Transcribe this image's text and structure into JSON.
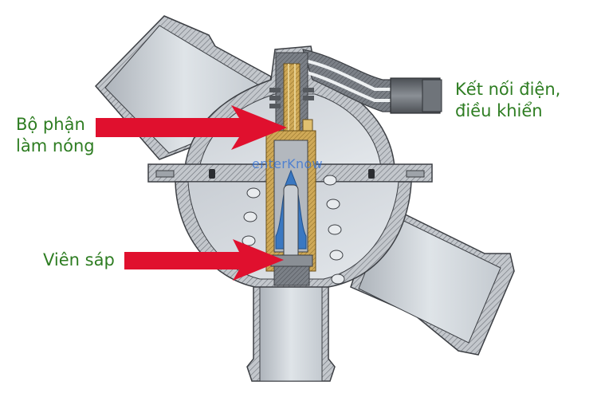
{
  "diagram": {
    "title": "",
    "subject": "Electronically controlled thermostat valve cross-section",
    "labels": {
      "heating_element": [
        "Bộ phận",
        "làm nóng"
      ],
      "wax_pellet": "Viên sáp",
      "electrical_connection": [
        "Kết nối điện,",
        "điều khiển"
      ]
    },
    "watermark": "enterKnow",
    "colors": {
      "label_text": "#2e7d22",
      "arrow": "#e0102e",
      "housing_fill": "#b9bec4",
      "cavity_fill": "#d9dee3",
      "brass": "#c9a24a",
      "wax_blue": "#3a78c2",
      "outline": "#3c3f44",
      "connector": "#5b5f64"
    }
  }
}
